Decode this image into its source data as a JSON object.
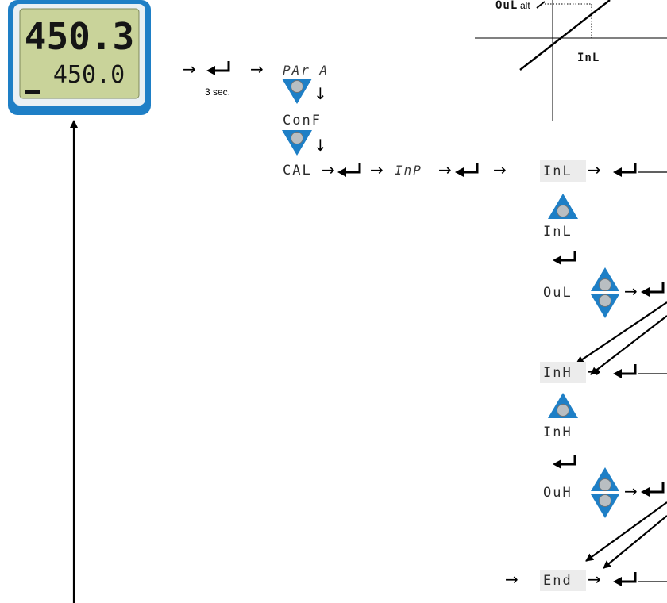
{
  "device": {
    "display_main": "450.3",
    "display_sub": "450.0"
  },
  "menu": {
    "para": "PAr A",
    "conf": "ConF",
    "cal": "CAL",
    "inp": "InP",
    "hold_time": "3 sec."
  },
  "calibration": {
    "inl": "InL",
    "inl_again": "InL",
    "oul": "OuL",
    "inh": "InH",
    "inh_again": "InH",
    "ouh": "OuH",
    "end": "End"
  },
  "graph": {
    "y_label": "OuL",
    "y_label_suffix": "alt",
    "x_label": "InL"
  },
  "colors": {
    "device_frame": "#1E7FC6",
    "device_bezel": "#E9F0F4",
    "lcd": "#C9D39A",
    "key_blue": "#1E7FC6",
    "key_circle": "#B9BEC2",
    "highlight": "#ECECEC"
  },
  "icons": [
    "enter-key-icon",
    "down-key-icon",
    "up-key-icon",
    "up-down-key-icon",
    "arrow-icon"
  ]
}
